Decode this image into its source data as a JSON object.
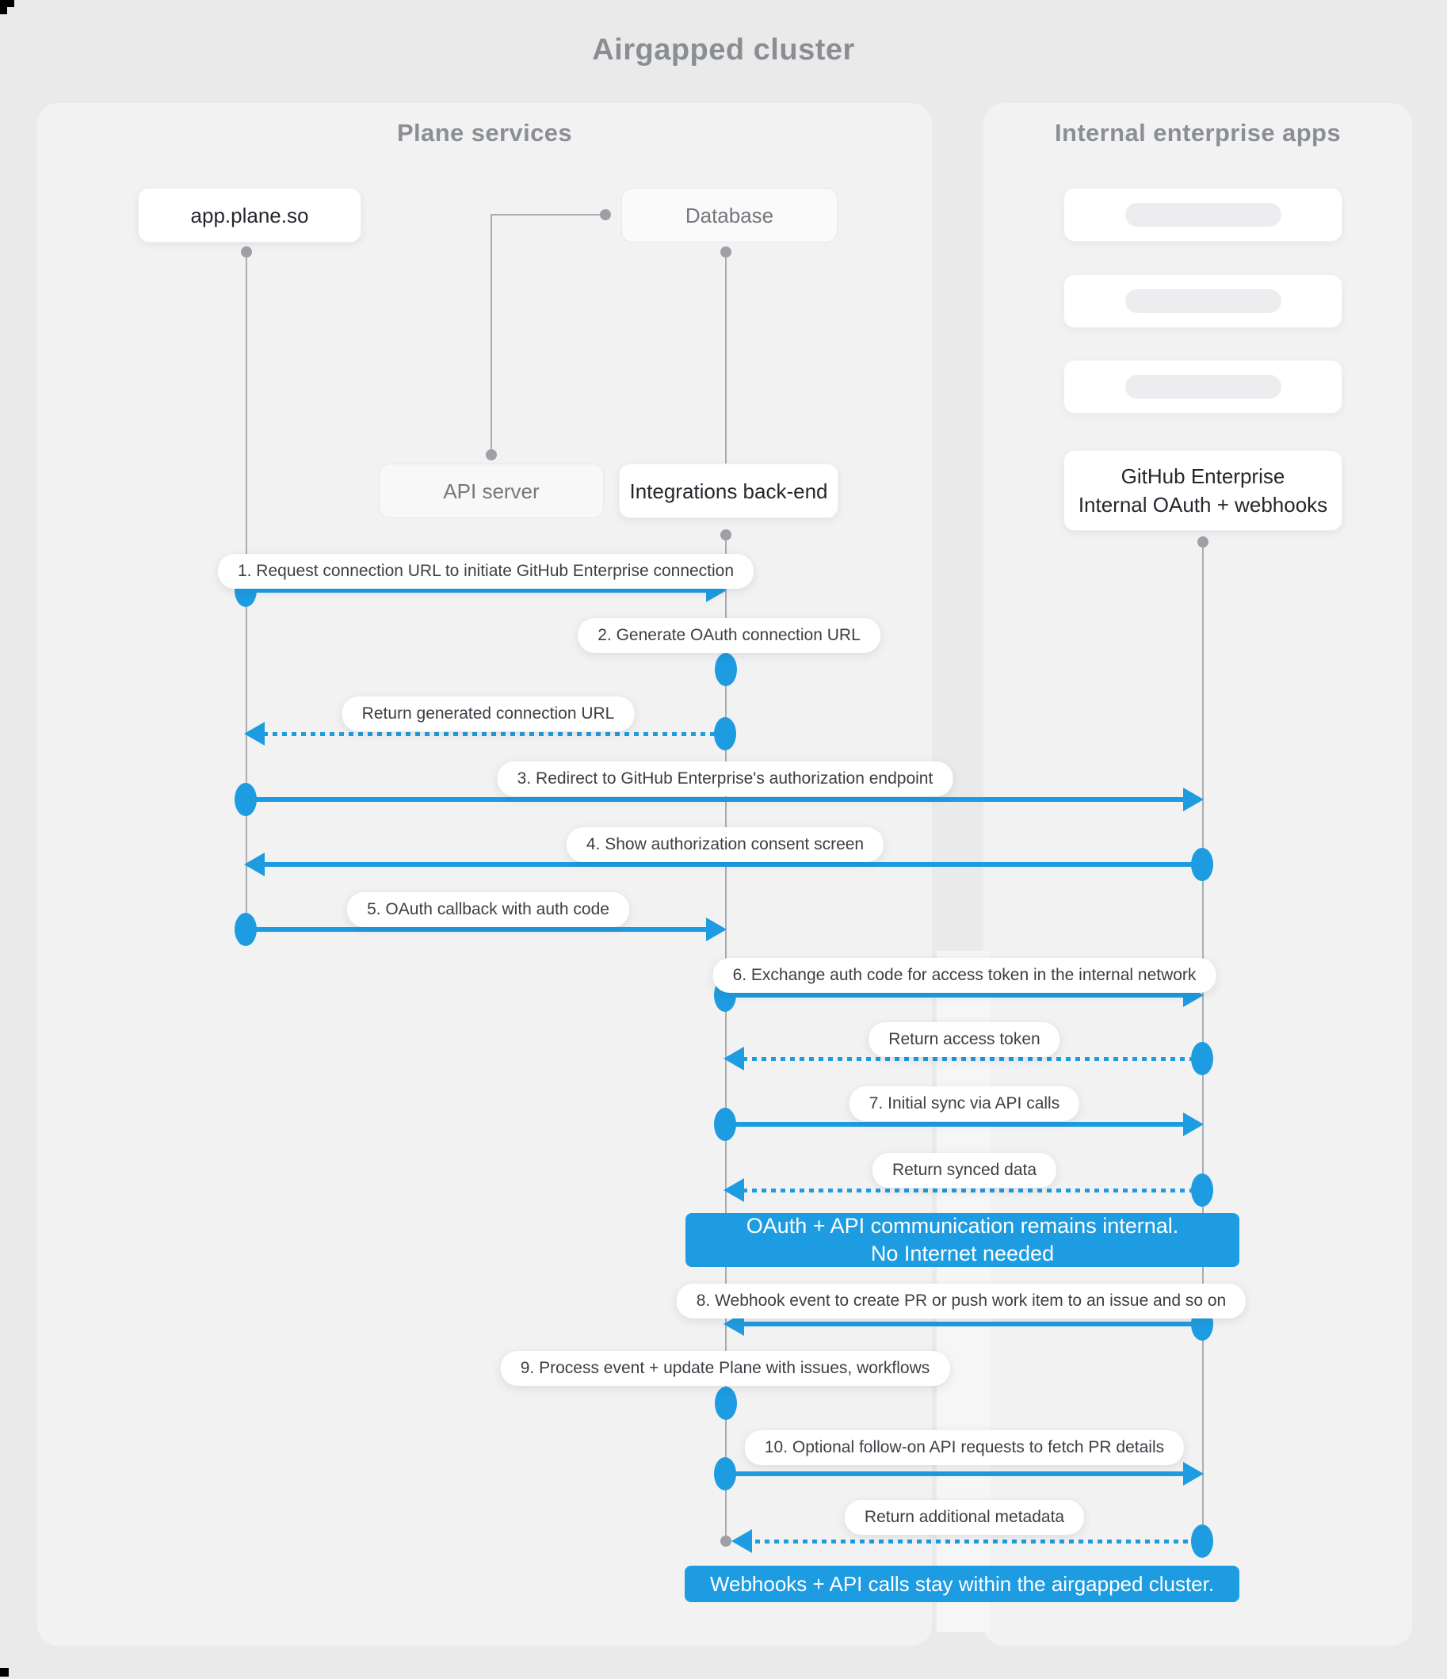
{
  "title": "Airgapped cluster",
  "colors": {
    "accent": "#1e9ce1",
    "lifeline": "#a9acb1",
    "panel_bg": "#f2f2f3",
    "page_bg": "#eaeaeb"
  },
  "panels": {
    "plane_services": {
      "title": "Plane services"
    },
    "internal_apps": {
      "title": "Internal enterprise apps"
    }
  },
  "nodes": {
    "app_plane_so": {
      "label": "app.plane.so"
    },
    "database": {
      "label": "Database"
    },
    "api_server": {
      "label": "API server"
    },
    "integrations_backend": {
      "label": "Integrations back-end"
    },
    "github_enterprise": {
      "label_line1": "GitHub Enterprise",
      "label_line2": "Internal OAuth + webhooks"
    }
  },
  "messages": [
    {
      "label": "1. Request connection URL to initiate GitHub Enterprise connection",
      "from": "app.plane.so",
      "to": "Integrations back-end",
      "line": "solid"
    },
    {
      "label": "2. Generate OAuth connection URL",
      "type": "self",
      "at": "Integrations back-end"
    },
    {
      "label": "Return generated connection URL",
      "from": "Integrations back-end",
      "to": "app.plane.so",
      "line": "dashed"
    },
    {
      "label": "3. Redirect to GitHub Enterprise's authorization endpoint",
      "from": "app.plane.so",
      "to": "GitHub Enterprise",
      "line": "solid"
    },
    {
      "label": "4. Show authorization consent screen",
      "from": "GitHub Enterprise",
      "to": "app.plane.so",
      "line": "solid"
    },
    {
      "label": "5. OAuth callback with auth code",
      "from": "app.plane.so",
      "to": "Integrations back-end",
      "line": "solid"
    },
    {
      "label": "6. Exchange auth code for access token in the internal network",
      "from": "Integrations back-end",
      "to": "GitHub Enterprise",
      "line": "solid"
    },
    {
      "label": "Return access token",
      "from": "GitHub Enterprise",
      "to": "Integrations back-end",
      "line": "dashed"
    },
    {
      "label": "7. Initial sync via API calls",
      "from": "Integrations back-end",
      "to": "GitHub Enterprise",
      "line": "solid"
    },
    {
      "label": "Return synced data",
      "from": "GitHub Enterprise",
      "to": "Integrations back-end",
      "line": "dashed"
    },
    {
      "label": "8. Webhook event to create PR  or push work item to an issue  and so on",
      "from": "GitHub Enterprise",
      "to": "Integrations back-end",
      "line": "solid"
    },
    {
      "label": "9. Process event + update Plane with issues, workflows",
      "type": "self",
      "at": "Integrations back-end"
    },
    {
      "label": "10. Optional follow-on API requests to fetch PR details",
      "from": "Integrations back-end",
      "to": "GitHub Enterprise",
      "line": "solid"
    },
    {
      "label": "Return additional metadata",
      "from": "GitHub Enterprise",
      "to": "Integrations back-end",
      "line": "dashed"
    }
  ],
  "banners": {
    "internal_note": {
      "line1": "OAuth + API communication remains internal.",
      "line2": "No Internet needed"
    },
    "airgapped_note": {
      "text": "Webhooks + API calls stay within the airgapped cluster."
    }
  }
}
